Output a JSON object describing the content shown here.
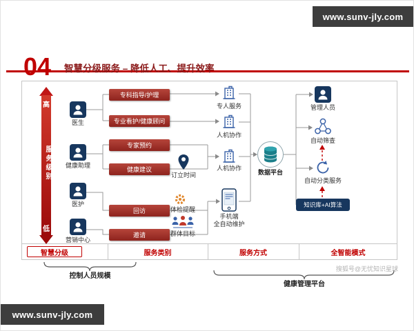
{
  "banners": {
    "top": "www.sunv-jly.com",
    "bottom": "www.sunv-jly.com"
  },
  "header": {
    "number": "04",
    "title": "智慧分级服务 – 降低人工、提升效率"
  },
  "axis": {
    "high": "高",
    "label": "服务级别",
    "low": "低"
  },
  "roles": [
    "医生",
    "健康助理",
    "医护",
    "营销中心"
  ],
  "services": [
    "专科指导/护理",
    "专业看护/健康顾问",
    "专家预约",
    "健康建议",
    "回访",
    "邀请"
  ],
  "middle_items": [
    "订立时间",
    "体检提醒",
    "群体目标"
  ],
  "methods": [
    "专人服务",
    "人机协作",
    "人机协作"
  ],
  "phone": {
    "line1": "手机端",
    "line2": "全自动维护"
  },
  "platform": {
    "label": "数据平台"
  },
  "right_column": {
    "manager": "管理人员",
    "screening": "自动筛查",
    "classify": "自动分类服务",
    "knowledge": "知识库+AI算法"
  },
  "footer": {
    "cols": [
      "智慧分级",
      "服务类别",
      "服务方式",
      "全智能模式"
    ],
    "brace_left": "控制人员规模",
    "brace_right": "健康管理平台"
  },
  "watermark": "搜狐号@无忧知识星球",
  "colors": {
    "accent_red": "#c00000",
    "box_red": "#9e2a25",
    "navy": "#17375e",
    "blue": "#3a62a8",
    "teal": "#1b7f8a",
    "banner_gray": "#3d3d3d"
  },
  "icons": {
    "user-icon": "person silhouette on navy tile",
    "building-icon": "blue outlined building",
    "pin-icon": "navy map pin",
    "gear-icon": "orange gear",
    "people-group-icon": "group of people, center red",
    "smartphone-icon": "phone with app screen",
    "database-icon": "teal database cylinder",
    "network-icon": "three connected nodes",
    "cycle-icon": "circular refresh arrows"
  }
}
